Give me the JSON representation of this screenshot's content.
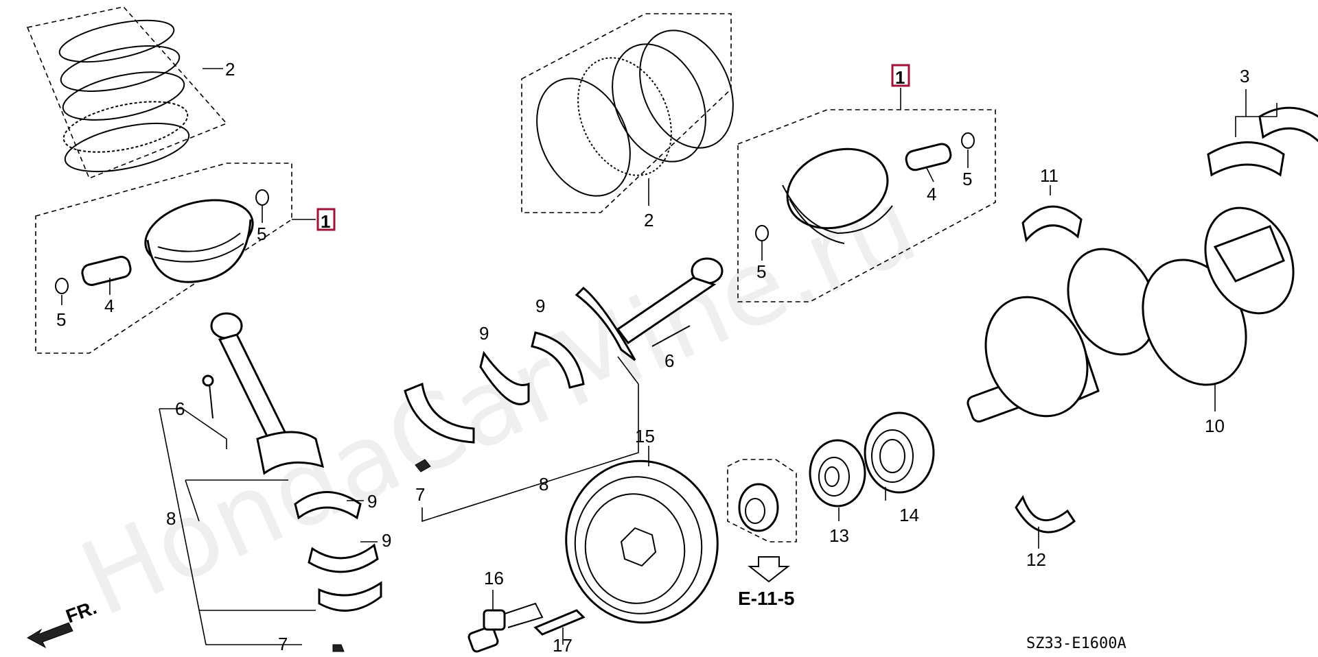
{
  "watermark": "HondaCarMine.ru",
  "diagram_code": "SZ33-E1600A",
  "reference": "E-11-5",
  "front_label": "FR.",
  "callouts": {
    "c1a": "1",
    "c1b": "1",
    "c2a": "2",
    "c2b": "2",
    "c3": "3",
    "c4a": "4",
    "c4b": "4",
    "c5a": "5",
    "c5b": "5",
    "c5c": "5",
    "c5d": "5",
    "c6a": "6",
    "c6b": "6",
    "c7a": "7",
    "c7b": "7",
    "c8a": "8",
    "c8b": "8",
    "c9a": "9",
    "c9b": "9",
    "c9c": "9",
    "c9d": "9",
    "c10": "10",
    "c11": "11",
    "c12": "12",
    "c13": "13",
    "c14": "14",
    "c15": "15",
    "c16": "16",
    "c17": "17"
  },
  "colors": {
    "highlight_box": "#a0103a",
    "line": "#000000",
    "watermark": "#efefef"
  }
}
